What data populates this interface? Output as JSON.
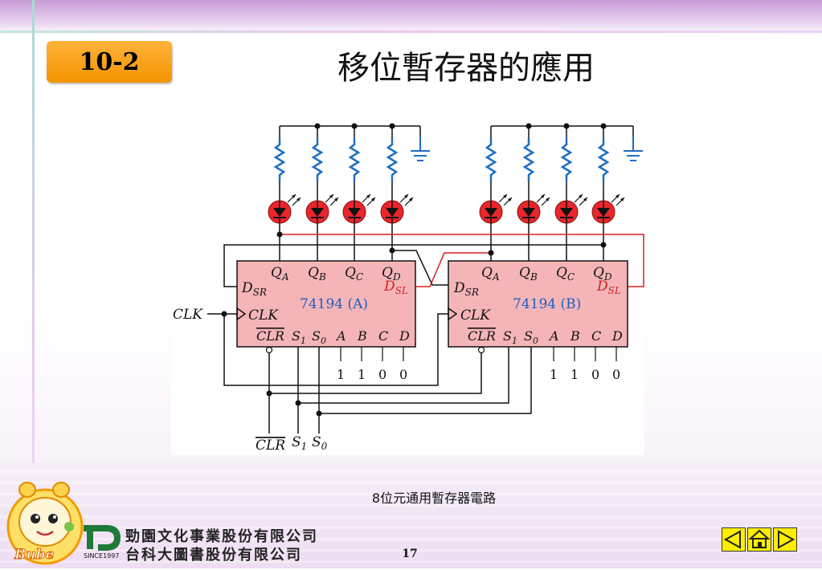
{
  "header": {
    "section_number": "10-2",
    "title": "移位暫存器的應用"
  },
  "circuit": {
    "chip_a": {
      "name": "74194",
      "label": "(A)",
      "outputs": [
        "Q",
        "Q",
        "Q",
        "Q"
      ],
      "output_subs": [
        "A",
        "B",
        "C",
        "D"
      ],
      "d_sr": "D",
      "d_sr_sub": "SR",
      "d_sl": "D",
      "d_sl_sub": "SL",
      "clk": "CLK",
      "clr": "CLR",
      "s1": "S",
      "s1_sub": "1",
      "s0": "S",
      "s0_sub": "0",
      "inputs": [
        "A",
        "B",
        "C",
        "D"
      ],
      "input_values": [
        "1",
        "1",
        "0",
        "0"
      ]
    },
    "chip_b": {
      "name": "74194",
      "label": "(B)",
      "outputs": [
        "Q",
        "Q",
        "Q",
        "Q"
      ],
      "output_subs": [
        "A",
        "B",
        "C",
        "D"
      ],
      "d_sr": "D",
      "d_sr_sub": "SR",
      "d_sl": "D",
      "d_sl_sub": "SL",
      "clk": "CLK",
      "clr": "CLR",
      "s1": "S",
      "s1_sub": "1",
      "s0": "S",
      "s0_sub": "0",
      "inputs": [
        "A",
        "B",
        "C",
        "D"
      ],
      "input_values": [
        "1",
        "1",
        "0",
        "0"
      ]
    },
    "clk_input": "CLK",
    "bottom_clr": "CLR",
    "bottom_s1": "S",
    "bottom_s1_sub": "1",
    "bottom_s0": "S",
    "bottom_s0_sub": "0",
    "colors": {
      "chip_fill": "#f5b5b8",
      "resistor": "#1f6fbf",
      "led": "#e8262b",
      "label_blue": "#1f5fbf",
      "red_wire": "#d02020"
    }
  },
  "caption": "8位元通用暫存器電路",
  "footer": {
    "company_line1": "勁園文化事業股份有限公司",
    "company_line2": "台科大圖書股份有限公司",
    "since": "SINCE1997",
    "mascot_text": "Bube",
    "page_number": "17"
  },
  "nav": {
    "prev_icon": "left-triangle-icon",
    "home_icon": "home-icon",
    "next_icon": "right-triangle-icon"
  }
}
